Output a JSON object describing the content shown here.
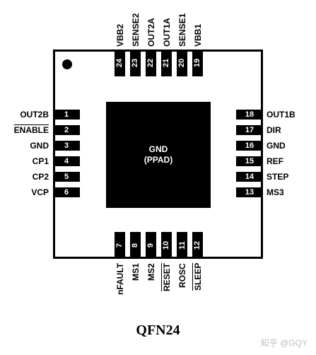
{
  "package": "QFN24",
  "pad": {
    "line1": "GND",
    "line2": "(PPAD)"
  },
  "watermark": "知乎 @GQY",
  "pins": {
    "left": [
      {
        "num": "1",
        "label": "OUT2B",
        "overline": false
      },
      {
        "num": "2",
        "label": "ENABLE",
        "overline": true
      },
      {
        "num": "3",
        "label": "GND",
        "overline": false
      },
      {
        "num": "4",
        "label": "CP1",
        "overline": false
      },
      {
        "num": "5",
        "label": "CP2",
        "overline": false
      },
      {
        "num": "6",
        "label": "VCP",
        "overline": false
      }
    ],
    "bottom": [
      {
        "num": "7",
        "label": "nFAULT",
        "overline": false
      },
      {
        "num": "8",
        "label": "MS1",
        "overline": false
      },
      {
        "num": "9",
        "label": "MS2",
        "overline": false
      },
      {
        "num": "10",
        "label": "RESET",
        "overline": true
      },
      {
        "num": "11",
        "label": "ROSC",
        "overline": false
      },
      {
        "num": "12",
        "label": "SLEEP",
        "overline": true
      }
    ],
    "right": [
      {
        "num": "18",
        "label": "OUT1B",
        "overline": false
      },
      {
        "num": "17",
        "label": "DIR",
        "overline": false
      },
      {
        "num": "16",
        "label": "GND",
        "overline": false
      },
      {
        "num": "15",
        "label": "REF",
        "overline": false
      },
      {
        "num": "14",
        "label": "STEP",
        "overline": false
      },
      {
        "num": "13",
        "label": "MS3",
        "overline": false
      }
    ],
    "top": [
      {
        "num": "24",
        "label": "VBB2",
        "overline": false
      },
      {
        "num": "23",
        "label": "SENSE2",
        "overline": false
      },
      {
        "num": "22",
        "label": "OUT2A",
        "overline": false
      },
      {
        "num": "21",
        "label": "OUT1A",
        "overline": false
      },
      {
        "num": "20",
        "label": "SENSE1",
        "overline": false
      },
      {
        "num": "19",
        "label": "VBB1",
        "overline": false
      }
    ]
  }
}
